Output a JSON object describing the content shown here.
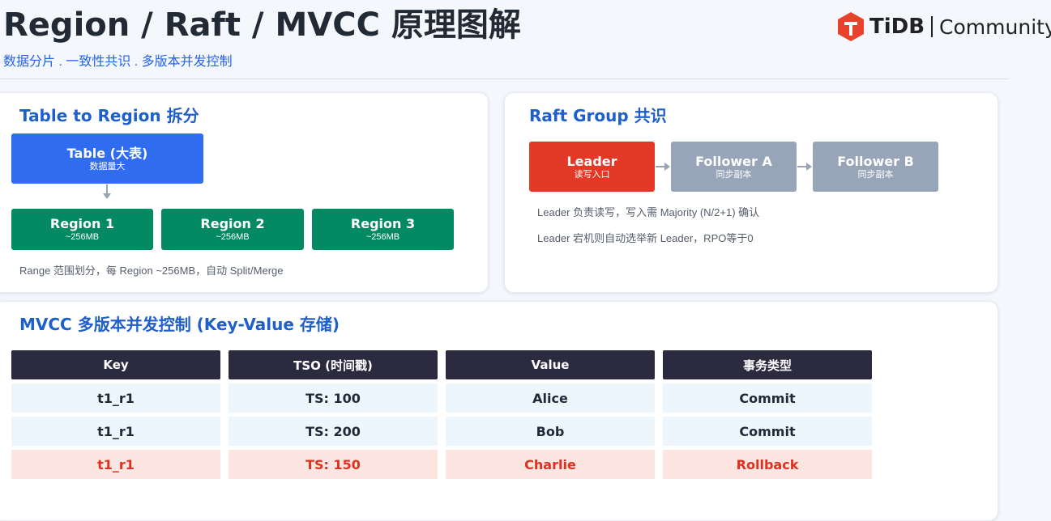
{
  "header": {
    "title": "Region / Raft / MVCC 原理图解",
    "subtitle": "数据分片 . 一致性共识 . 多版本并发控制",
    "logo": {
      "brand": "TiDB",
      "separator": "|",
      "product": "Community"
    }
  },
  "table_region": {
    "title": "Table to Region 拆分",
    "table_box": {
      "label": "Table (大表)",
      "sub": "数据量大"
    },
    "regions": [
      {
        "label": "Region 1",
        "sub": "~256MB"
      },
      {
        "label": "Region 2",
        "sub": "~256MB"
      },
      {
        "label": "Region 3",
        "sub": "~256MB"
      }
    ],
    "note": "Range 范围划分，每 Region ~256MB，自动 Split/Merge"
  },
  "raft": {
    "title": "Raft Group 共识",
    "nodes": [
      {
        "label": "Leader",
        "sub": "读写入口"
      },
      {
        "label": "Follower A",
        "sub": "同步副本"
      },
      {
        "label": "Follower B",
        "sub": "同步副本"
      }
    ],
    "notes": [
      "Leader 负责读写，写入需 Majority (N/2+1) 确认",
      "Leader 宕机则自动选举新 Leader，RPO等于0"
    ]
  },
  "mvcc": {
    "title": "MVCC 多版本并发控制 (Key-Value 存储)",
    "columns": [
      "Key",
      "TSO (时间戳)",
      "Value",
      "事务类型"
    ],
    "rows": [
      {
        "cells": [
          "t1_r1",
          "TS: 100",
          "Alice",
          "Commit"
        ],
        "status": "normal"
      },
      {
        "cells": [
          "t1_r1",
          "TS: 200",
          "Bob",
          "Commit"
        ],
        "status": "normal"
      },
      {
        "cells": [
          "t1_r1",
          "TS: 150",
          "Charlie",
          "Rollback"
        ],
        "status": "rollback"
      }
    ]
  },
  "colors": {
    "accent_blue": "#2f6cf0",
    "region_green": "#048a63",
    "leader_red": "#e23a26",
    "follower_gray": "#98a4b8",
    "table_header": "#2b2a3f",
    "rollback_text": "#e0301f"
  }
}
